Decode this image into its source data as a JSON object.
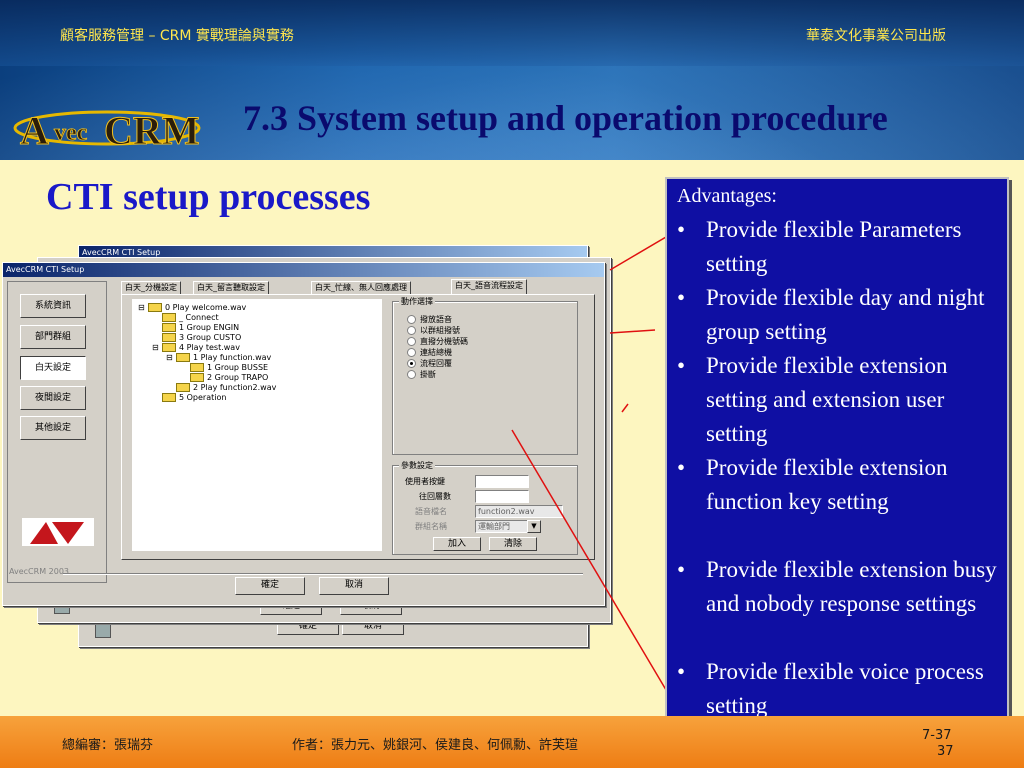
{
  "header": {
    "left_caption": "顧客服務管理 – CRM 實戰理論與實務",
    "right_caption": "華泰文化事業公司出版",
    "logo_text": "AvecCRM",
    "title": "7.3 System setup and operation procedure"
  },
  "subtitle": "CTI setup processes",
  "back_window": {
    "title": "AvecCRM CTI Setup",
    "buttons": [
      "確定",
      "取消"
    ]
  },
  "main_window": {
    "title": "AvecCRM CTI Setup",
    "tabs": [
      "白天_分機設定",
      "白天_留言聽取設定",
      "白天_忙線、無人回應處理",
      "白天_語音流程設定"
    ],
    "side_buttons": [
      "系統資訊",
      "部門群組",
      "白天設定",
      "夜間設定",
      "其他設定"
    ],
    "active_side": "白天設定",
    "tree": [
      {
        "text": "0 Play welcome.wav",
        "indent": 0,
        "toggle": "⊟"
      },
      {
        "text": "_ Connect",
        "indent": 1,
        "toggle": ""
      },
      {
        "text": "1 Group ENGIN",
        "indent": 1,
        "toggle": ""
      },
      {
        "text": "3 Group CUSTO",
        "indent": 1,
        "toggle": ""
      },
      {
        "text": "4 Play test.wav",
        "indent": 1,
        "toggle": "⊟"
      },
      {
        "text": "1 Play function.wav",
        "indent": 2,
        "toggle": "⊟"
      },
      {
        "text": "1 Group BUSSE",
        "indent": 3,
        "toggle": ""
      },
      {
        "text": "2 Group TRAPO",
        "indent": 3,
        "toggle": ""
      },
      {
        "text": "2 Play function2.wav",
        "indent": 2,
        "toggle": ""
      },
      {
        "text": "5 Operation",
        "indent": 1,
        "toggle": ""
      }
    ],
    "action_group_title": "動作選擇",
    "actions": [
      "撥放語音",
      "以群組撥號",
      "直撥分機號碼",
      "連結總機",
      "流程回覆",
      "掛斷"
    ],
    "selected_action": "流程回覆",
    "params_group_title": "參數設定",
    "params": [
      {
        "label": "使用者按鍵",
        "value": ""
      },
      {
        "label": "往回層數",
        "value": ""
      },
      {
        "label": "語音檔名",
        "value": "function2.wav"
      },
      {
        "label": "群組名稱",
        "value": "運輸部門"
      }
    ],
    "param_buttons": [
      "加入",
      "清除"
    ],
    "brand_caption": "AvecCRM 2003",
    "ok_label": "確定",
    "cancel_label": "取消"
  },
  "advantages": {
    "title": "Advantages:",
    "items": [
      "Provide flexible Parameters setting",
      "Provide flexible day and night group setting",
      "Provide flexible extension setting and extension user setting",
      "Provide flexible extension function key setting",
      "Provide flexible extension busy and nobody response settings",
      "Provide flexible voice process setting"
    ]
  },
  "footer": {
    "editor": "總編審：張瑞芬",
    "authors": "作者：張力元、姚銀河、侯建良、何佩勳、許芙瑄",
    "chapter_page": "7-37",
    "page": "37"
  },
  "colors": {
    "title": "#0a0a6e",
    "subtitle": "#1a19c8",
    "advantages_bg": "#0f0fa3",
    "header_caption": "#ffe64d",
    "footer_bg": "#ee7d14",
    "slide_bg": "#fdf6c0",
    "callout_line": "#e01010"
  }
}
